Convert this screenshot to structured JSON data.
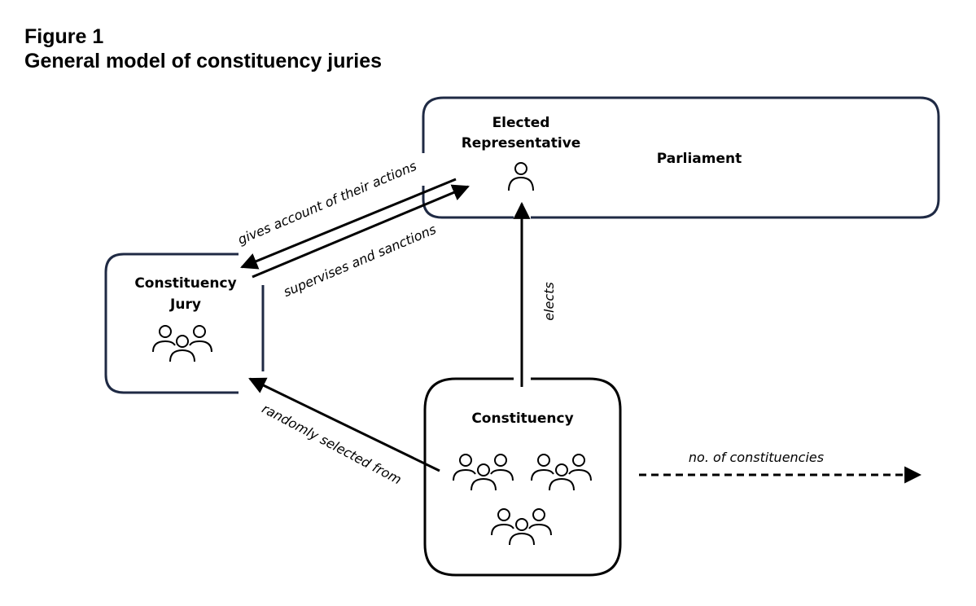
{
  "figure": {
    "number_label": "Figure 1",
    "title": "General model of constituency juries"
  },
  "nodes": {
    "parliament": {
      "label": "Parliament"
    },
    "elected_representative": {
      "label_line1": "Elected",
      "label_line2": "Representative",
      "icon": "person-icon"
    },
    "constituency_jury": {
      "label_line1": "Constituency",
      "label_line2": "Jury",
      "icon": "group-icon"
    },
    "constituency": {
      "label": "Constituency",
      "icon": "group-icon"
    }
  },
  "edges": {
    "gives_account": "gives account of their actions",
    "supervises": "supervises and sanctions",
    "elects": "elects",
    "randomly_selected": "randomly selected from",
    "no_of_constituencies": "no. of constituencies"
  },
  "colors": {
    "box_border": "#1f2a44",
    "ink": "#000000"
  }
}
